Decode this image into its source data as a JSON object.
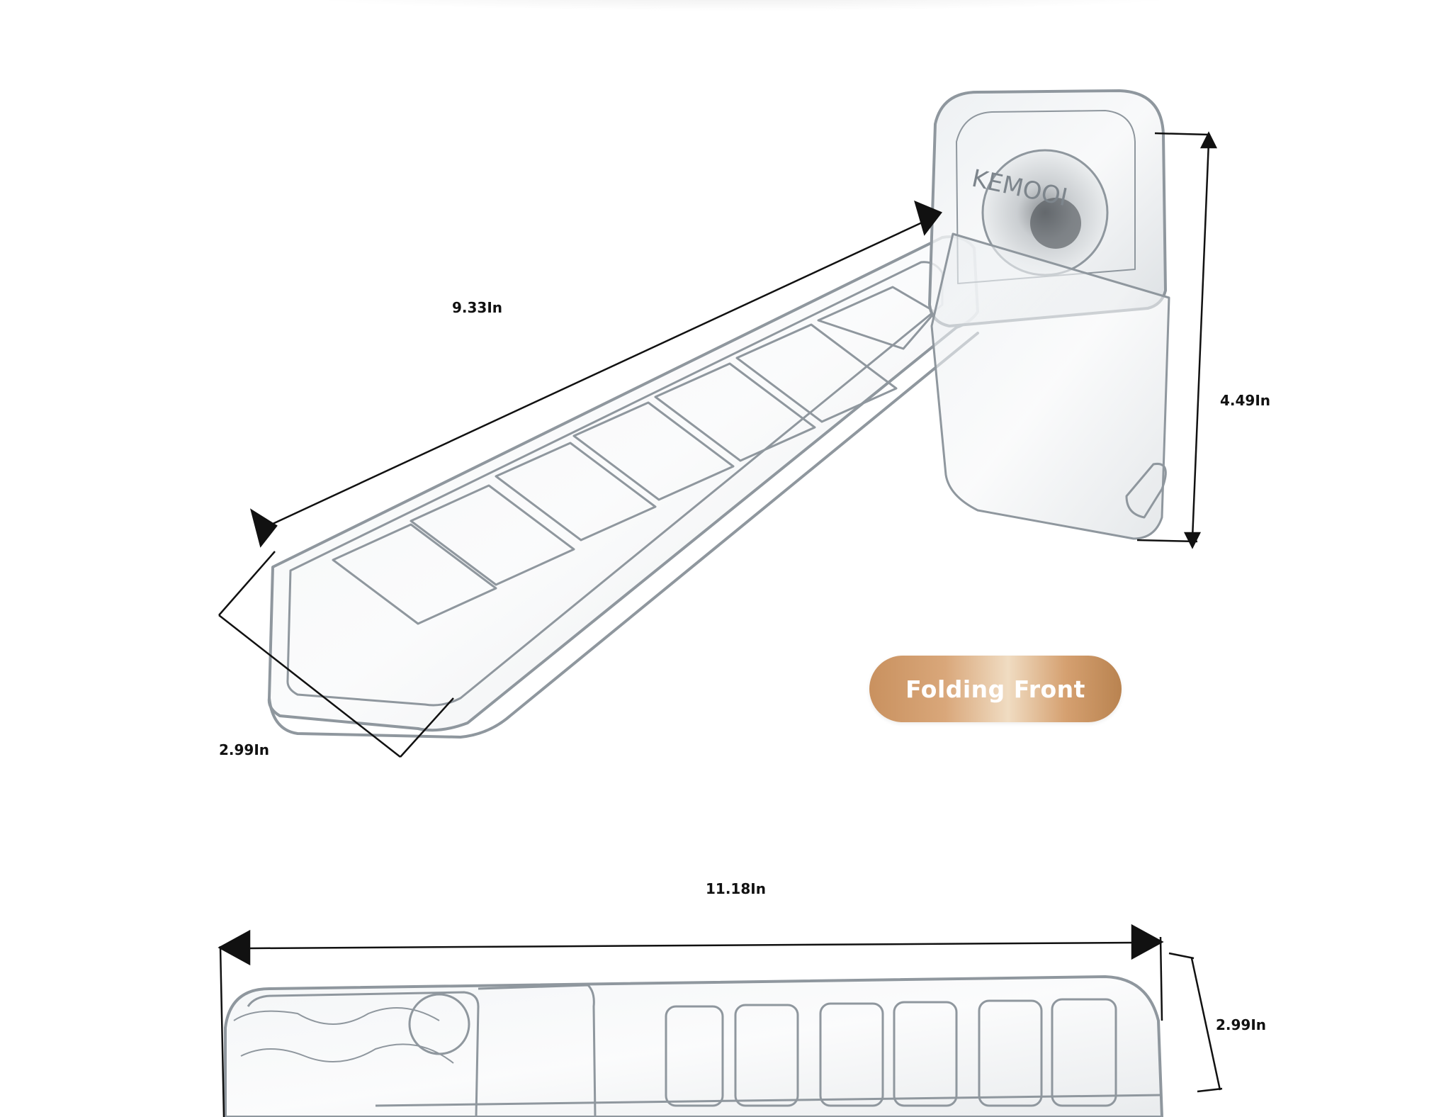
{
  "dimensions": {
    "length": "9.33In",
    "width_top": "2.99In",
    "height": "4.49In",
    "overall_length": "11.18In",
    "width_bottom": "2.99In"
  },
  "badge": {
    "label": "Folding Front"
  },
  "product": {
    "brand_text": "KEMOOI"
  },
  "colors": {
    "background": "#ffffff",
    "dimension_line": "#111111",
    "acrylic": "#9aa3ab",
    "badge_gradient_start": "#c9915f",
    "badge_gradient_end": "#b98350"
  }
}
